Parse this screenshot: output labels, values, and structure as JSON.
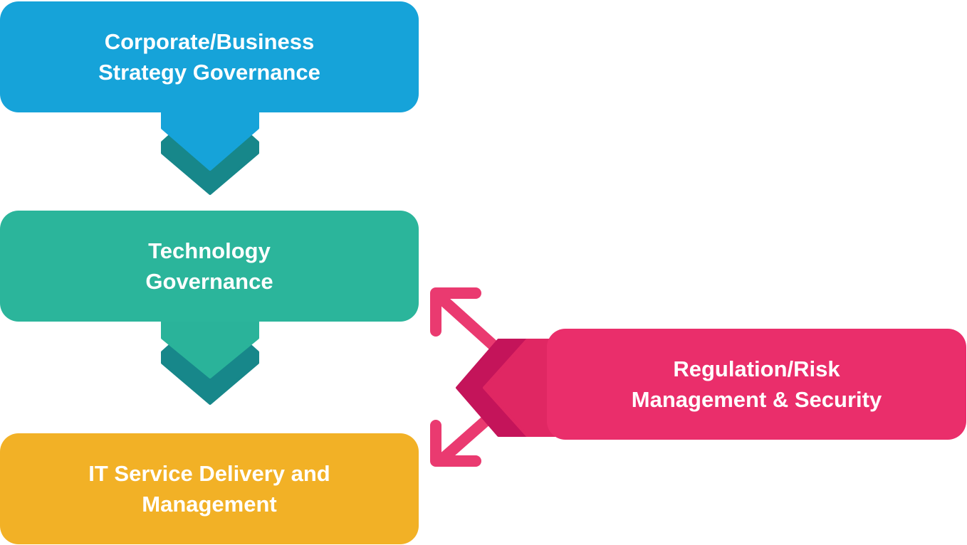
{
  "boxes": {
    "corporate": {
      "line1": "Corporate/Business",
      "line2": "Strategy Governance",
      "color": "#16a3d9"
    },
    "technology": {
      "line1": "Technology",
      "line2": "Governance",
      "color": "#2bb59b"
    },
    "itservice": {
      "line1": "IT Service Delivery and",
      "line2": "Management",
      "color": "#f2b126"
    },
    "regulation": {
      "line1": "Regulation/Risk",
      "line2": "Management & Security",
      "color": "#ea2e6b"
    }
  },
  "connector_colors": {
    "dark_teal": "#17878a",
    "teal_light": "#2ab39a",
    "blue": "#16a3d9",
    "pink_dark": "#c4145a",
    "pink": "#e02763",
    "arrow_pink": "#ea3a70"
  },
  "icons": [
    "chevron-down-icon",
    "double-headed-arrow-icon"
  ]
}
